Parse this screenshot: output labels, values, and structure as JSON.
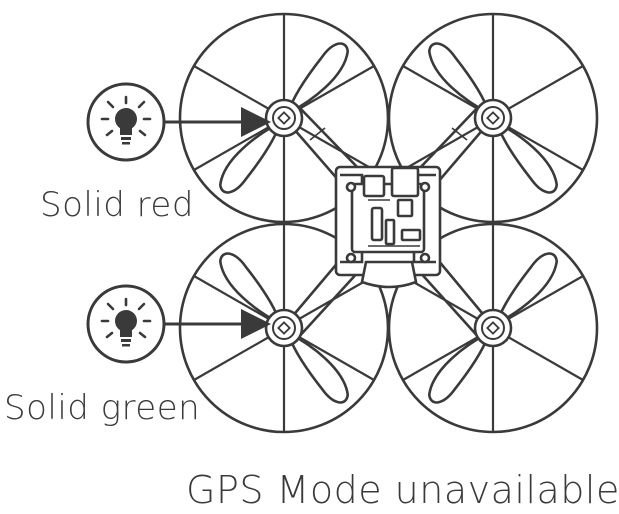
{
  "indicators": [
    {
      "status_label": "Solid red",
      "icon": "lightbulb-icon"
    },
    {
      "status_label": "Solid green",
      "icon": "lightbulb-icon"
    }
  ],
  "caption": "GPS Mode unavailable",
  "colors": {
    "stroke": "#3a3a3a",
    "background": "#ffffff"
  }
}
